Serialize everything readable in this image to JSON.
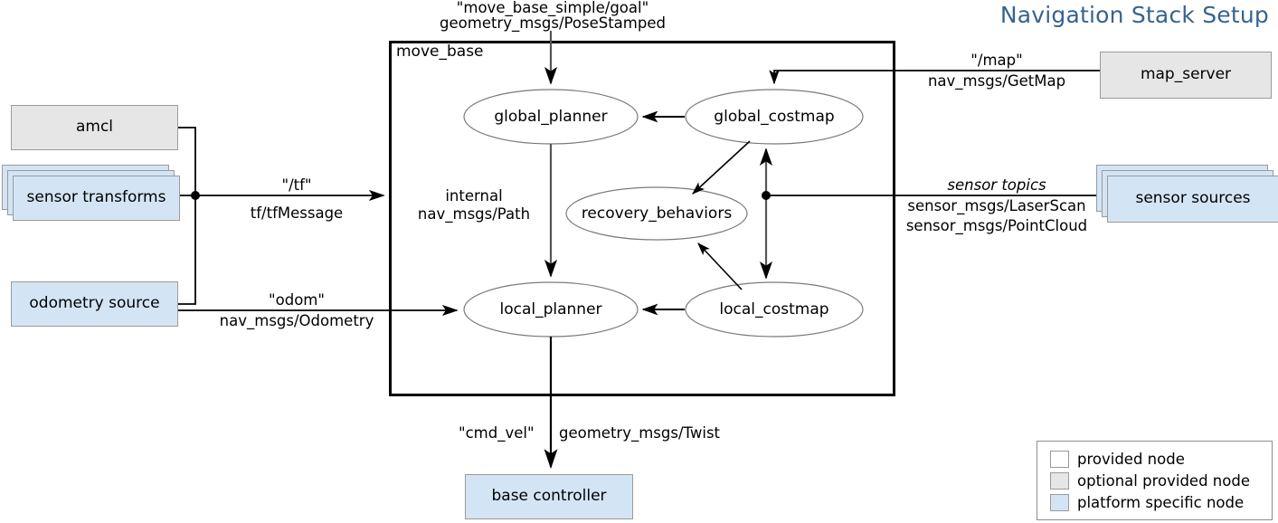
{
  "title": "Navigation Stack Setup",
  "container": {
    "name": "move_base",
    "label": "move_base"
  },
  "internal_nodes": [
    {
      "id": "global_planner",
      "label": "global_planner"
    },
    {
      "id": "global_costmap",
      "label": "global_costmap"
    },
    {
      "id": "recovery_behaviors",
      "label": "recovery_behaviors"
    },
    {
      "id": "local_planner",
      "label": "local_planner"
    },
    {
      "id": "local_costmap",
      "label": "local_costmap"
    }
  ],
  "external_nodes": [
    {
      "id": "amcl",
      "label": "amcl",
      "kind": "optional"
    },
    {
      "id": "sensor_transforms",
      "label": "sensor transforms",
      "kind": "platform",
      "stacked": true
    },
    {
      "id": "odometry_source",
      "label": "odometry source",
      "kind": "platform"
    },
    {
      "id": "map_server",
      "label": "map_server",
      "kind": "optional"
    },
    {
      "id": "sensor_sources",
      "label": "sensor sources",
      "kind": "platform",
      "stacked": true
    },
    {
      "id": "base_controller",
      "label": "base controller",
      "kind": "platform"
    }
  ],
  "edge_labels": {
    "goal_topic": "\"move_base_simple/goal\"",
    "goal_type": "geometry_msgs/PoseStamped",
    "tf_topic": "\"/tf\"",
    "tf_type": "tf/tfMessage",
    "odom_topic": "\"odom\"",
    "odom_type": "nav_msgs/Odometry",
    "internal_word": "internal",
    "internal_type": "nav_msgs/Path",
    "map_topic": "\"/map\"",
    "map_type": "nav_msgs/GetMap",
    "sensor_topics": "sensor topics",
    "sensor_type_1": "sensor_msgs/LaserScan",
    "sensor_type_2": "sensor_msgs/PointCloud",
    "cmdvel_topic": "\"cmd_vel\"",
    "cmdvel_type": "geometry_msgs/Twist"
  },
  "legend": {
    "items": [
      {
        "label": "provided node",
        "swatch": "#ffffff"
      },
      {
        "label": "optional provided node",
        "swatch": "#e6e6e6"
      },
      {
        "label": "platform specific node",
        "swatch": "#d3e5f5"
      }
    ]
  },
  "colors": {
    "title": "#36648f",
    "optional_node": "#e6e6e6",
    "platform_node": "#d3e5f5",
    "provided_node": "#ffffff",
    "node_border": "#9a9a9a",
    "wire": "#000000",
    "ellipse_stroke": "#7a7a7a"
  }
}
